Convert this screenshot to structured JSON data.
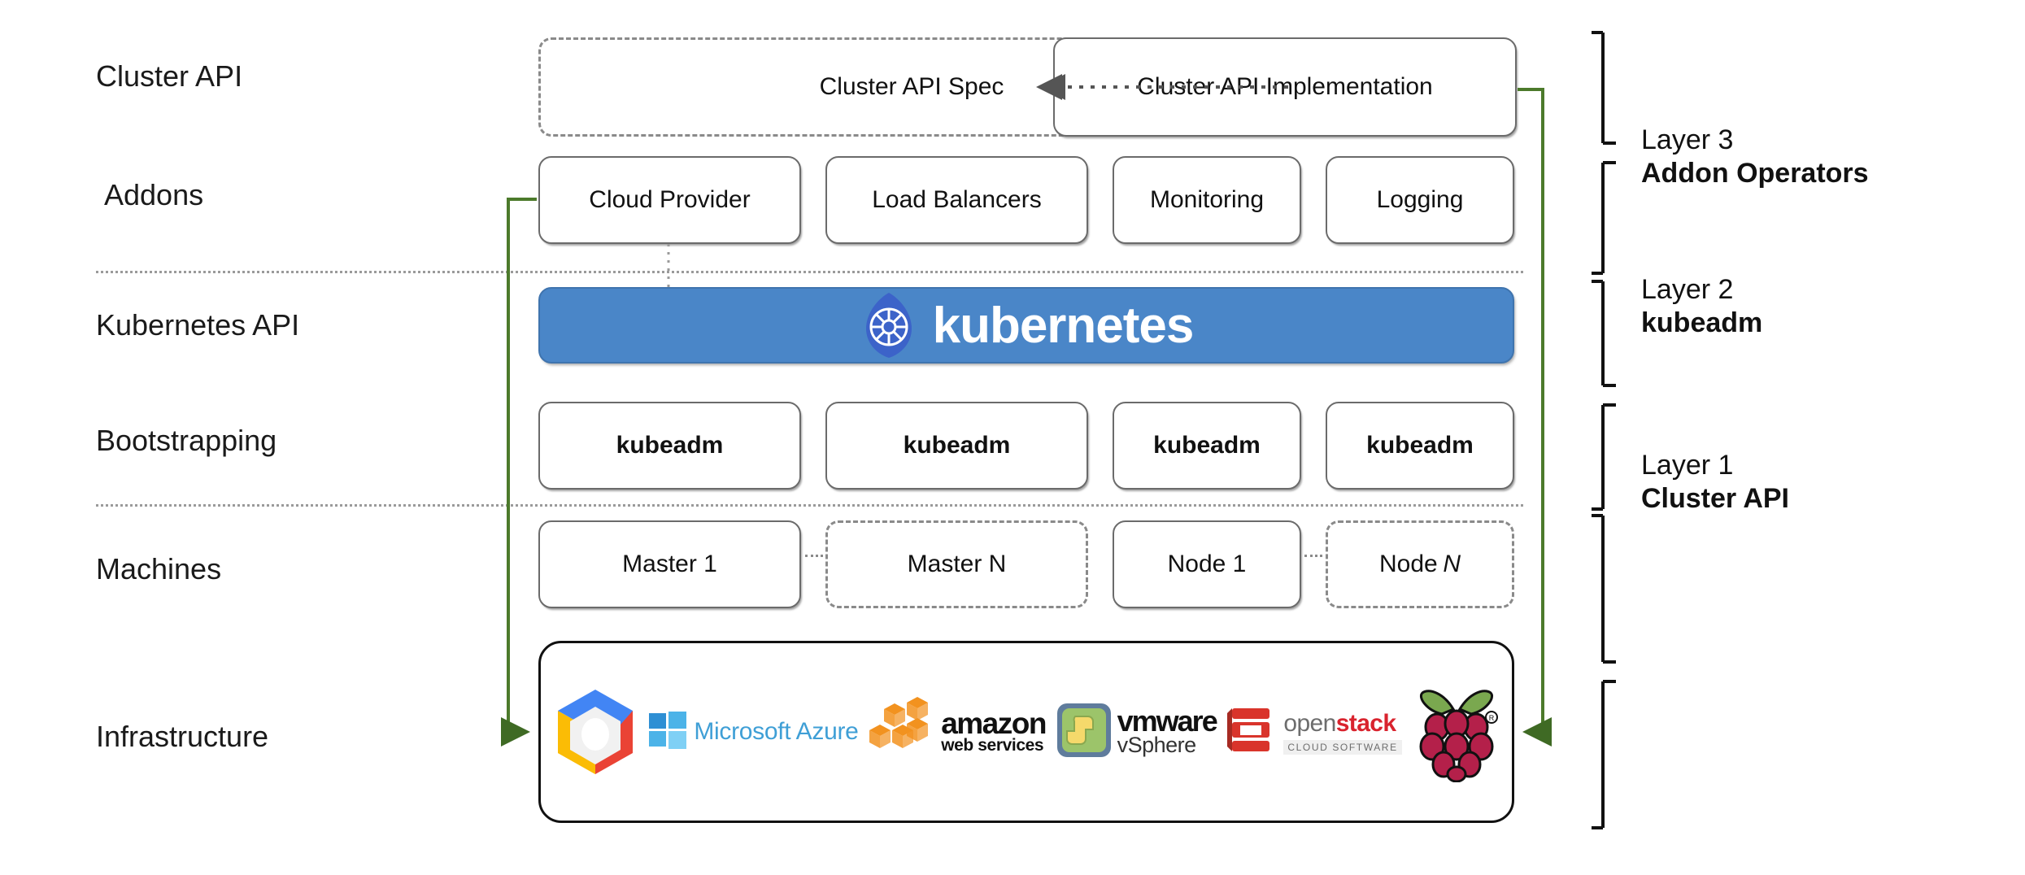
{
  "diagram": {
    "title": "Kubernetes Cluster API layered architecture",
    "colors": {
      "kubernetes_blue": "#4a86c8",
      "connector_green": "#4c7a2b",
      "box_border": "#6b6b6b",
      "dashed_border": "#8a8a8a",
      "divider": "#9a9a9a"
    }
  },
  "row_labels": [
    {
      "id": "cluster-api",
      "text": "Cluster API"
    },
    {
      "id": "addons",
      "text": "Addons"
    },
    {
      "id": "kubernetes-api",
      "text": "Kubernetes API"
    },
    {
      "id": "bootstrapping",
      "text": "Bootstrapping"
    },
    {
      "id": "machines",
      "text": "Machines"
    },
    {
      "id": "infrastructure",
      "text": "Infrastructure"
    }
  ],
  "cluster_api_row": {
    "spec": {
      "label": "Cluster API Spec",
      "style": "dashed"
    },
    "implementation": {
      "label": "Cluster API Implementation",
      "style": "solid"
    },
    "arrow": {
      "from": "Cluster API Spec",
      "to": "Cluster API Implementation",
      "style": "dotted"
    }
  },
  "addons_row": [
    {
      "label": "Cloud Provider",
      "style": "solid"
    },
    {
      "label": "Load Balancers",
      "style": "solid"
    },
    {
      "label": "Monitoring",
      "style": "solid"
    },
    {
      "label": "Logging",
      "style": "solid"
    }
  ],
  "kubernetes_banner": {
    "wordmark": "kubernetes",
    "icon": "kubernetes-helm-wheel-icon"
  },
  "bootstrapping_row": [
    {
      "label": "kubeadm",
      "style": "solid"
    },
    {
      "label": "kubeadm",
      "style": "solid"
    },
    {
      "label": "kubeadm",
      "style": "solid"
    },
    {
      "label": "kubeadm",
      "style": "solid"
    }
  ],
  "machines_row": [
    {
      "label": "Master 1",
      "suffix": "",
      "style": "solid"
    },
    {
      "label": "Master N",
      "suffix": "",
      "style": "dashed"
    },
    {
      "label": "Node 1",
      "suffix": "",
      "style": "solid"
    },
    {
      "label": "Node",
      "suffix": "N",
      "style": "dashed"
    }
  ],
  "machines_ellipses": [
    "…",
    "…"
  ],
  "infrastructure_logos": [
    {
      "name": "google-cloud-platform-logo",
      "text": ""
    },
    {
      "name": "microsoft-azure-logo",
      "text": "Microsoft Azure"
    },
    {
      "name": "amazon-web-services-logo",
      "text": "amazon",
      "text2": "web services"
    },
    {
      "name": "vmware-vsphere-logo",
      "text": "vmware",
      "text2": "vSphere"
    },
    {
      "name": "openstack-logo",
      "text": "open",
      "text_accent": "stack",
      "text2": "CLOUD SOFTWARE"
    },
    {
      "name": "raspberry-pi-logo",
      "text": ""
    }
  ],
  "layers": [
    {
      "id": "layer-3",
      "line1": "Layer 3",
      "line2": "Addon Operators"
    },
    {
      "id": "layer-2",
      "line1": "Layer 2",
      "line2": "kubeadm"
    },
    {
      "id": "layer-1",
      "line1": "Layer 1",
      "line2": "Cluster API"
    }
  ],
  "connectors": [
    {
      "name": "cloud-provider-to-infrastructure",
      "color": "#4c7a2b"
    },
    {
      "name": "cluster-api-implementation-to-infrastructure",
      "color": "#4c7a2b"
    }
  ]
}
